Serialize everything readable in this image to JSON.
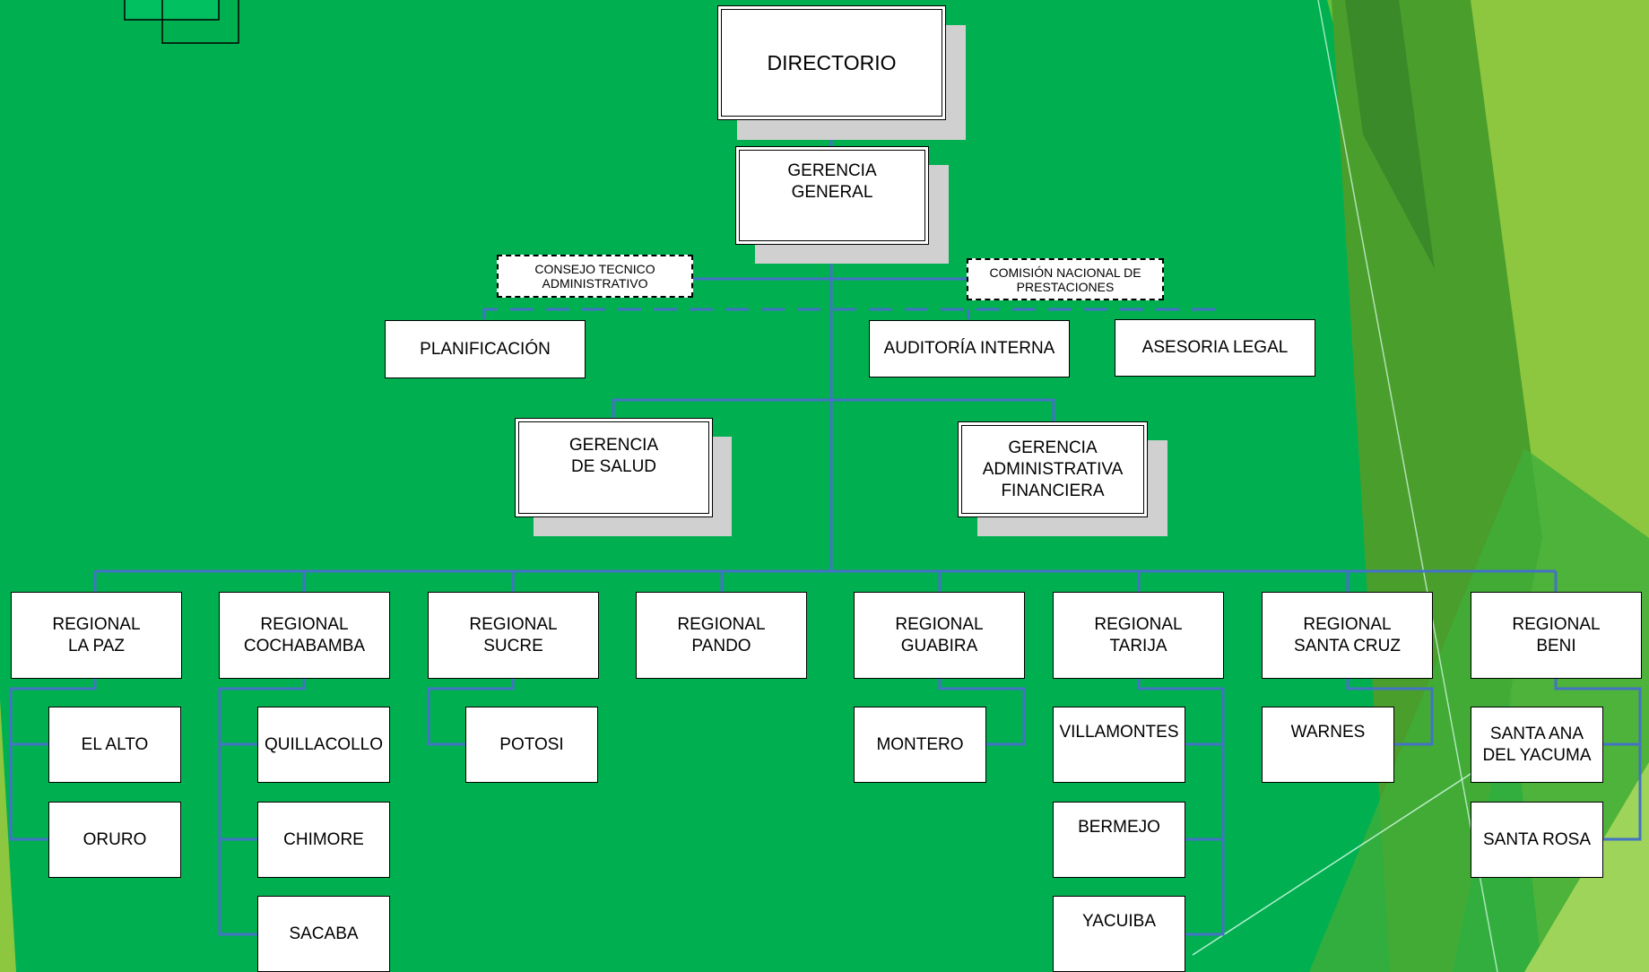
{
  "colors": {
    "background": "#00b050",
    "connector": "#4472c4",
    "shadow": "#d0d0d0"
  },
  "top": {
    "directorio": "DIRECTORIO",
    "gerencia_general": "GERENCIA\nGENERAL"
  },
  "advisory": {
    "consejo": "CONSEJO TECNICO\nADMINISTRATIVO",
    "comision": "COMISIÓN NACIONAL DE\nPRESTACIONES"
  },
  "staff": {
    "planificacion": "PLANIFICACIÓN",
    "auditoria": "AUDITORÍA INTERNA",
    "asesoria": "ASESORIA LEGAL"
  },
  "gerencias": {
    "salud": "GERENCIA\nDE SALUD",
    "administrativa": "GERENCIA\nADMINISTRATIVA\nFINANCIERA"
  },
  "regionales": [
    {
      "label": "REGIONAL\nLA PAZ",
      "subs": [
        "EL ALTO",
        "ORURO"
      ]
    },
    {
      "label": "REGIONAL\nCOCHABAMBA",
      "subs": [
        "QUILLACOLLO",
        "CHIMORE",
        "SACABA"
      ]
    },
    {
      "label": "REGIONAL\nSUCRE",
      "subs": [
        "POTOSI"
      ]
    },
    {
      "label": "REGIONAL\nPANDO",
      "subs": []
    },
    {
      "label": "REGIONAL\nGUABIRA",
      "subs": [
        "MONTERO"
      ]
    },
    {
      "label": "REGIONAL\nTARIJA",
      "subs": [
        "VILLAMONTES",
        "BERMEJO",
        "YACUIBA"
      ]
    },
    {
      "label": "REGIONAL\nSANTA CRUZ",
      "subs": [
        "WARNES"
      ]
    },
    {
      "label": "REGIONAL\nBENI",
      "subs": [
        "SANTA ANA\nDEL YACUMA",
        "SANTA ROSA"
      ]
    }
  ]
}
